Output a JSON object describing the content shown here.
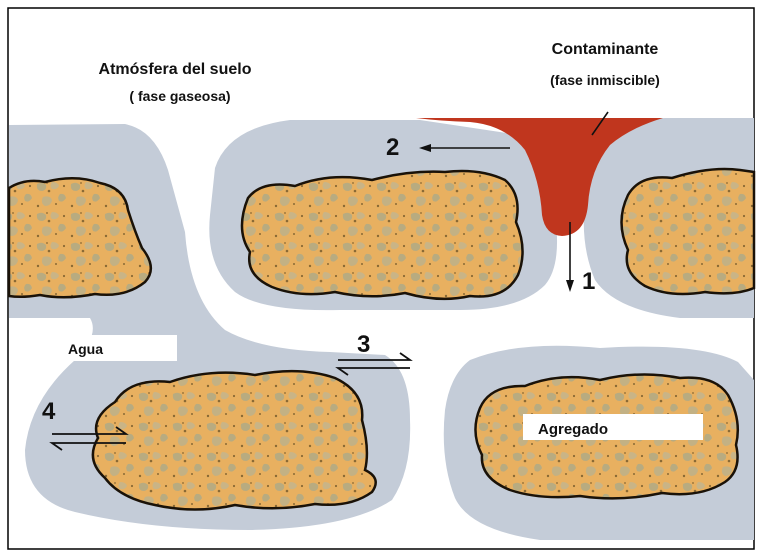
{
  "labels": {
    "atmosphere_title": "Atmósfera del suelo",
    "atmosphere_sub": "( fase gaseosa)",
    "contaminant_title": "Contaminante",
    "contaminant_sub": "(fase inmiscible)",
    "water": "Agua",
    "aggregate": "Agregado"
  },
  "process_numbers": [
    "1",
    "2",
    "3",
    "4"
  ],
  "colors": {
    "water_film": "#c4ccd8",
    "aggregate_fill": "#e8b060",
    "aggregate_speckle": "#b8ab80",
    "contaminant": "#c0361e",
    "frame": "#000000",
    "background": "#ffffff"
  }
}
